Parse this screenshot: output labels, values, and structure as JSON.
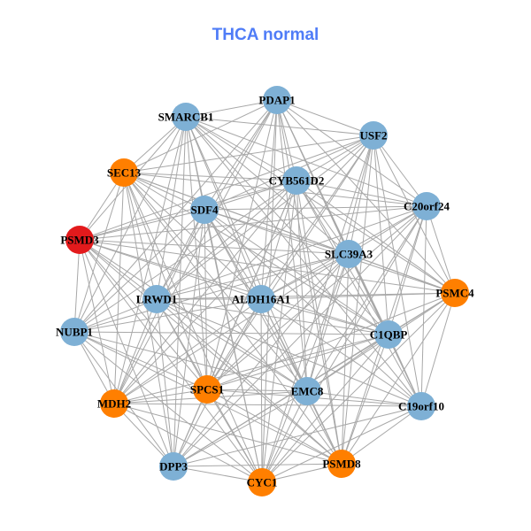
{
  "title": "THCA normal",
  "colors": {
    "normal": "#7eb0d5",
    "highlight": "#ff7f00",
    "hub": "#e31a1c",
    "edge": "#a8a8a8"
  },
  "nodes": [
    {
      "label": "PDAP1",
      "type": "normal"
    },
    {
      "label": "SMARCB1",
      "type": "normal"
    },
    {
      "label": "USF2",
      "type": "normal"
    },
    {
      "label": "SEC13",
      "type": "highlight"
    },
    {
      "label": "CYB561D2",
      "type": "normal"
    },
    {
      "label": "SDF4",
      "type": "normal"
    },
    {
      "label": "C20orf24",
      "type": "normal"
    },
    {
      "label": "PSMD3",
      "type": "hub"
    },
    {
      "label": "SLC39A3",
      "type": "normal"
    },
    {
      "label": "PSMC4",
      "type": "highlight"
    },
    {
      "label": "LRWD1",
      "type": "normal"
    },
    {
      "label": "ALDH16A1",
      "type": "normal"
    },
    {
      "label": "NUBP1",
      "type": "normal"
    },
    {
      "label": "C1QBP",
      "type": "normal"
    },
    {
      "label": "SPCS1",
      "type": "highlight"
    },
    {
      "label": "EMC8",
      "type": "normal"
    },
    {
      "label": "MDH2",
      "type": "highlight"
    },
    {
      "label": "C19orf10",
      "type": "normal"
    },
    {
      "label": "PSMD8",
      "type": "highlight"
    },
    {
      "label": "DPP3",
      "type": "normal"
    },
    {
      "label": "CYC1",
      "type": "highlight"
    }
  ],
  "edges_mode": "complete_except",
  "missing_edges": [
    [
      0,
      7
    ],
    [
      2,
      12
    ],
    [
      6,
      12
    ],
    [
      9,
      12
    ],
    [
      3,
      17
    ],
    [
      7,
      17
    ],
    [
      1,
      18
    ],
    [
      0,
      19
    ],
    [
      2,
      19
    ],
    [
      6,
      16
    ],
    [
      12,
      17
    ],
    [
      9,
      16
    ]
  ]
}
